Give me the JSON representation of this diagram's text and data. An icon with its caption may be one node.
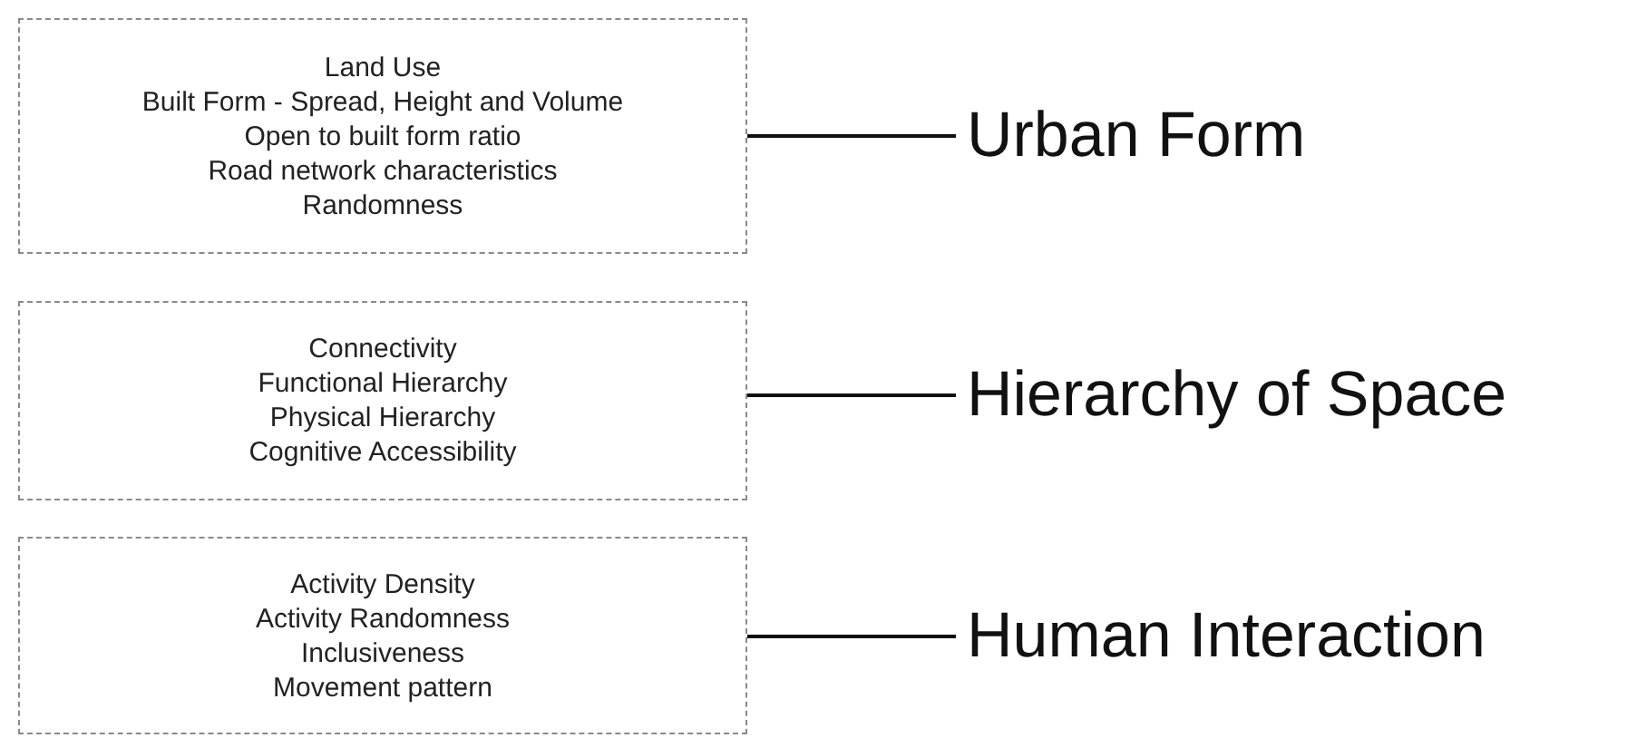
{
  "diagram": {
    "nodes": [
      {
        "text": [
          "Land Use",
          "Built Form - Spread, Height and Volume",
          "Open to built form ratio",
          "Road network characteristics",
          "Randomness"
        ]
      },
      {
        "text": [
          "Urban Form"
        ]
      },
      {
        "text": [
          "Connectivity",
          "Functional Hierarchy",
          "Physical Hierarchy",
          "Cognitive Accessibility"
        ]
      },
      {
        "text": [
          "Hierarchy of Space"
        ]
      },
      {
        "text": [
          "Activity Density",
          "Activity Randomness",
          "Inclusiveness",
          "Movement pattern"
        ]
      },
      {
        "text": [
          "Human Interaction"
        ]
      }
    ],
    "edges": [
      {
        "from": 0,
        "to": 1,
        "arrow": "none"
      },
      {
        "from": 2,
        "to": 3,
        "arrow": "none"
      },
      {
        "from": 4,
        "to": 5,
        "arrow": "none"
      }
    ]
  }
}
